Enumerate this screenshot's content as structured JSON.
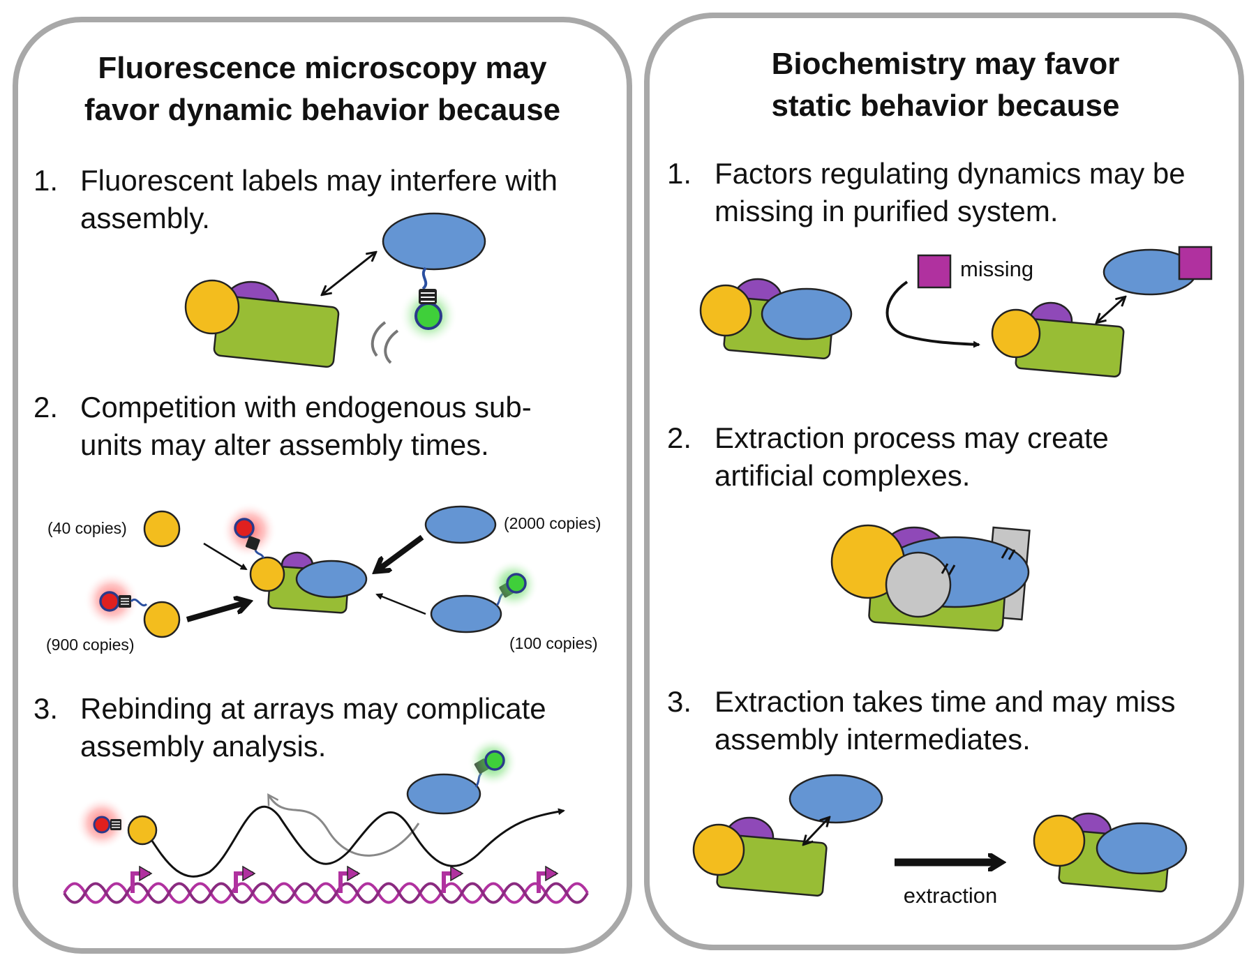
{
  "left_panel": {
    "title_line1": "Fluorescence microscopy may",
    "title_line2": "favor dynamic behavior because",
    "items": [
      {
        "num": "1.",
        "line1": "Fluorescent labels may interfere with",
        "line2": "assembly."
      },
      {
        "num": "2.",
        "line1": "Competition with endogenous sub-",
        "line2": "units may alter assembly times."
      },
      {
        "num": "3.",
        "line1": "Rebinding at arrays may complicate",
        "line2": "assembly analysis."
      }
    ],
    "copies": {
      "c40": "(40 copies)",
      "c900": "(900 copies)",
      "c2000": "(2000 copies)",
      "c100": "(100 copies)"
    }
  },
  "right_panel": {
    "title_line1": "Biochemistry may favor",
    "title_line2": "static behavior because",
    "items": [
      {
        "num": "1.",
        "line1": "Factors regulating dynamics may be",
        "line2": "missing in purified system."
      },
      {
        "num": "2.",
        "line1": "Extraction process may create",
        "line2": "artificial complexes."
      },
      {
        "num": "3.",
        "line1": "Extraction takes time and may miss",
        "line2": "assembly intermediates."
      }
    ],
    "missing_label": "missing",
    "extraction_label": "extraction"
  },
  "colors": {
    "yellow": "#f3bd1e",
    "purple": "#8f49b8",
    "green": "#98bd35",
    "blue": "#6495d3",
    "gray": "#c6c6c6",
    "magenta": "#b0319f",
    "red_glow": "#ff6a6a",
    "green_glow": "#3ccf45",
    "panel_border": "#a8a8a8"
  },
  "icons": [
    "fluorescent-label-icon",
    "promoter-arrow-icon",
    "dna-helix-icon"
  ]
}
